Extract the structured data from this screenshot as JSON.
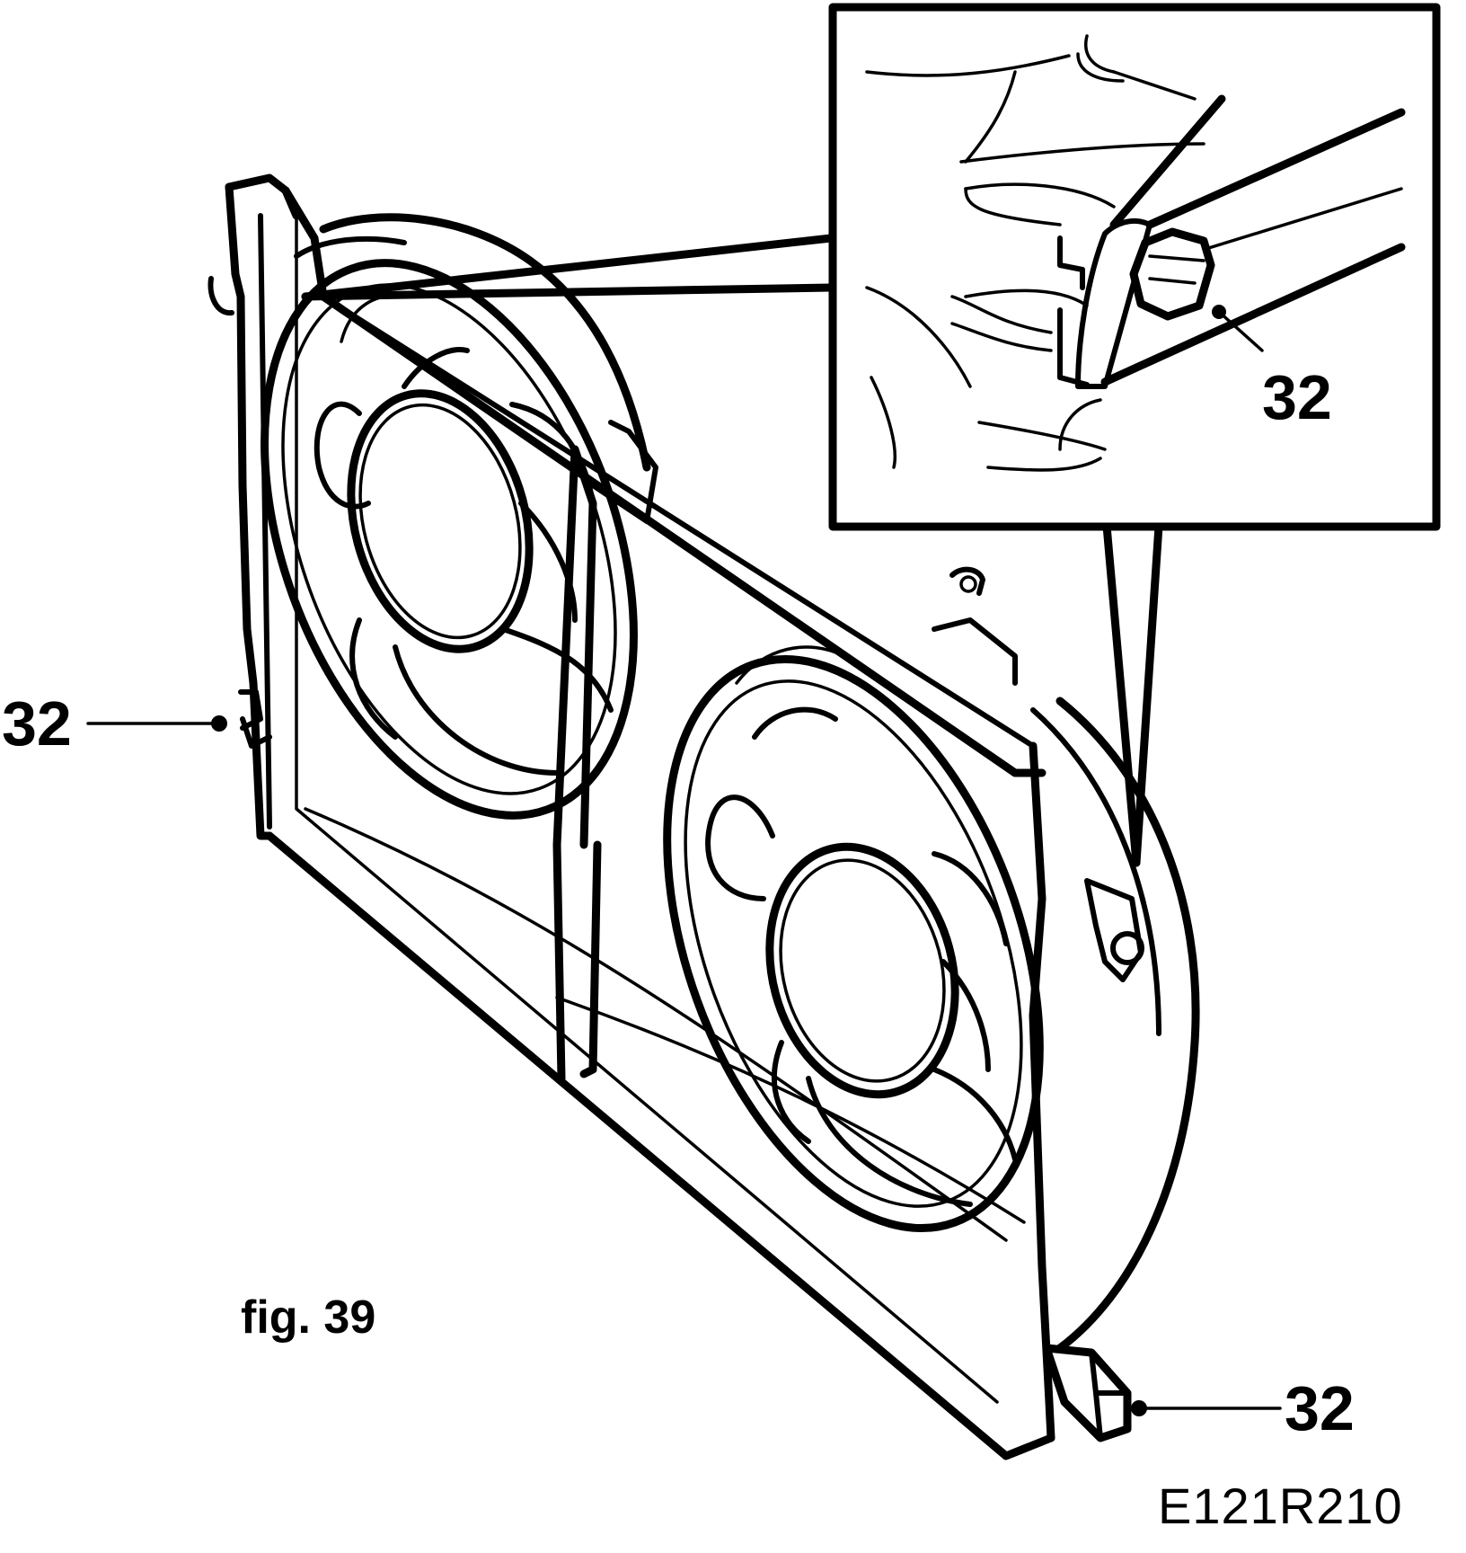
{
  "figure": {
    "caption": "fig. 39",
    "drawing_code": "E121R210"
  },
  "callouts": {
    "left": "32",
    "bottom_right": "32",
    "inset": "32"
  },
  "colors": {
    "line": "#000000",
    "background": "#ffffff"
  }
}
